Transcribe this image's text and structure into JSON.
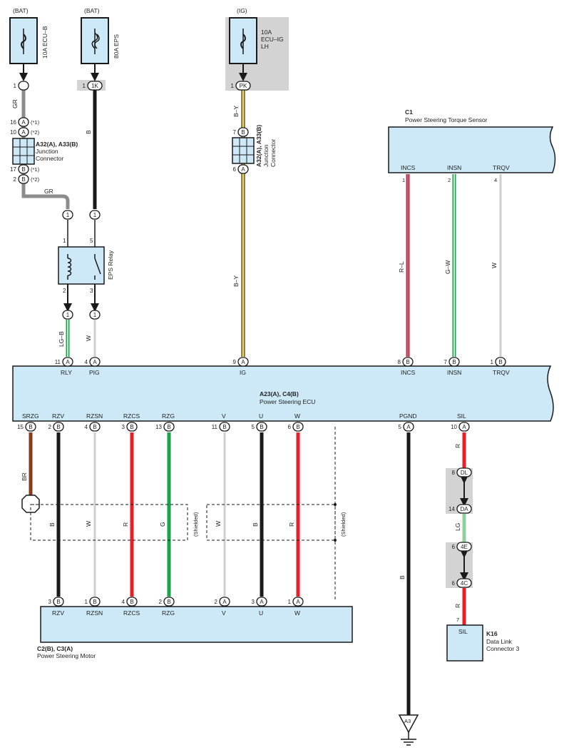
{
  "colors": {
    "box_fill": "#cde8f6",
    "box_stroke": "#1a1a1a",
    "highlight": "#d3d3d3",
    "wire_gray": "#8c8c8c",
    "wire_black": "#1a1a1a",
    "wire_yellow": "#f1d64a",
    "wire_red": "#e5202a",
    "wire_green": "#19a34a",
    "wire_lightgreen": "#8fd19e",
    "wire_brown": "#8a3b1f",
    "wire_white": "#cfcfcf"
  },
  "power_sources": {
    "bat1": "(BAT)",
    "bat2": "(BAT)",
    "ig": "(IG)"
  },
  "fuses": {
    "ecu_b": "10A ECU–B",
    "eps": "80A EPS",
    "ecu_ig_line1": "10A",
    "ecu_ig_line2": "ECU–IG",
    "ecu_ig_line3": "LH"
  },
  "pins": {
    "f1": "1",
    "f2_a": "1",
    "f2_b": "1K",
    "f3_a": "1",
    "f3_b": "PK",
    "jc1_16": "16",
    "jc1_16_pin": "A",
    "jc1_16_note": "(*1)",
    "jc1_10": "10",
    "jc1_10_pin": "A",
    "jc1_10_note": "(*2)",
    "jc1_17": "17",
    "jc1_17_pin": "B",
    "jc1_17_note": "(*1)",
    "jc1_2": "2",
    "jc1_2_pin": "B",
    "jc1_2_note": "(*2)",
    "jc2_7": "7",
    "jc2_7_pin": "B",
    "jc2_6": "6",
    "jc2_6_pin": "A",
    "relay_in1": "1",
    "relay_in2": "1",
    "relay_1": "1",
    "relay_5": "5",
    "relay_2": "2",
    "relay_3": "3",
    "relay_out1": "1",
    "relay_out2": "1",
    "ecu_11": "11",
    "ecu_11_pin": "A",
    "ecu_4": "4",
    "ecu_4_pin": "A",
    "ecu_9": "9",
    "ecu_9_pin": "A",
    "ecu_8": "8",
    "ecu_8_pin": "B",
    "ecu_7": "7",
    "ecu_7_pin": "B",
    "ecu_1": "1",
    "ecu_1_pin": "B",
    "sensor_1": "1",
    "sensor_2": "2",
    "sensor_4": "4",
    "b15": "15",
    "b15_pin": "B",
    "b2": "2",
    "b2_pin": "B",
    "b4": "4",
    "b4_pin": "B",
    "b3": "3",
    "b3_pin": "B",
    "b13": "13",
    "b13_pin": "B",
    "b11": "11",
    "b11_pin": "B",
    "b5": "5",
    "b5_pin": "B",
    "b6": "6",
    "b6_pin": "B",
    "b5a": "5",
    "b5a_pin": "A",
    "b10": "10",
    "b10_pin": "A",
    "m3": "3",
    "m3_pin": "B",
    "m1": "1",
    "m1_pin": "B",
    "m4": "4",
    "m4_pin": "B",
    "m2": "2",
    "m2_pin": "B",
    "m2a": "2",
    "m2a_pin": "A",
    "m3a": "3",
    "m3a_pin": "A",
    "m1a": "1",
    "m1a_pin": "A",
    "dl_8": "8",
    "dl_8_pin": "DL",
    "da_14": "14",
    "da_14_pin": "DA",
    "e_6": "6",
    "e_6_pin": "4E",
    "c_6": "6",
    "c_6_pin": "4C",
    "k16_7": "7"
  },
  "wire_labels": {
    "gr1": "GR",
    "b1": "B",
    "by1": "B–Y",
    "gr2": "GR",
    "by2": "B–Y",
    "lgb": "LG–B",
    "w1": "W",
    "rl": "R–L",
    "gw": "G–W",
    "w2": "W",
    "br": "BR",
    "b2": "B",
    "w3": "W",
    "r1": "R",
    "g": "G",
    "w4": "W",
    "b3": "B",
    "r2": "R",
    "shielded1": "(Shielded)",
    "shielded2": "(Shielded)",
    "b4": "B",
    "r3": "R",
    "lg": "LG",
    "r4": "R"
  },
  "components": {
    "jc1_id": "A32(A), A33(B)",
    "jc1_name1": "Junction",
    "jc1_name2": "Connector",
    "jc2_id": "A32(A), A33(B)",
    "jc2_name1": "Junction",
    "jc2_name2": "Connector",
    "relay_name": "EPS Relay",
    "sensor_id": "C1",
    "sensor_name": "Power Steering Torque Sensor",
    "ecu_id": "A23(A), C4(B)",
    "ecu_name": "Power Steering ECU",
    "motor_id": "C2(B), C3(A)",
    "motor_name": "Power Steering Motor",
    "dlc_id": "K16",
    "dlc_name1": "Data Link",
    "dlc_name2": "Connector 3",
    "ground_id": "A3"
  },
  "terminals": {
    "sensor_incs": "INCS",
    "sensor_insn": "INSN",
    "sensor_trqv": "TRQV",
    "ecu_rly": "RLY",
    "ecu_pig": "PIG",
    "ecu_ig": "IG",
    "ecu_incs": "INCS",
    "ecu_insn": "INSN",
    "ecu_trqv": "TRQV",
    "ecu_srzg": "SRZG",
    "ecu_rzv": "RZV",
    "ecu_rzsn": "RZSN",
    "ecu_rzcs": "RZCS",
    "ecu_rzg": "RZG",
    "ecu_v": "V",
    "ecu_u": "U",
    "ecu_w": "W",
    "ecu_pgnd": "PGND",
    "ecu_sil": "SIL",
    "motor_rzv": "RZV",
    "motor_rzsn": "RZSN",
    "motor_rzcs": "RZCS",
    "motor_rzg": "RZG",
    "motor_v": "V",
    "motor_u": "U",
    "motor_w": "W",
    "dlc_sil": "SIL"
  }
}
